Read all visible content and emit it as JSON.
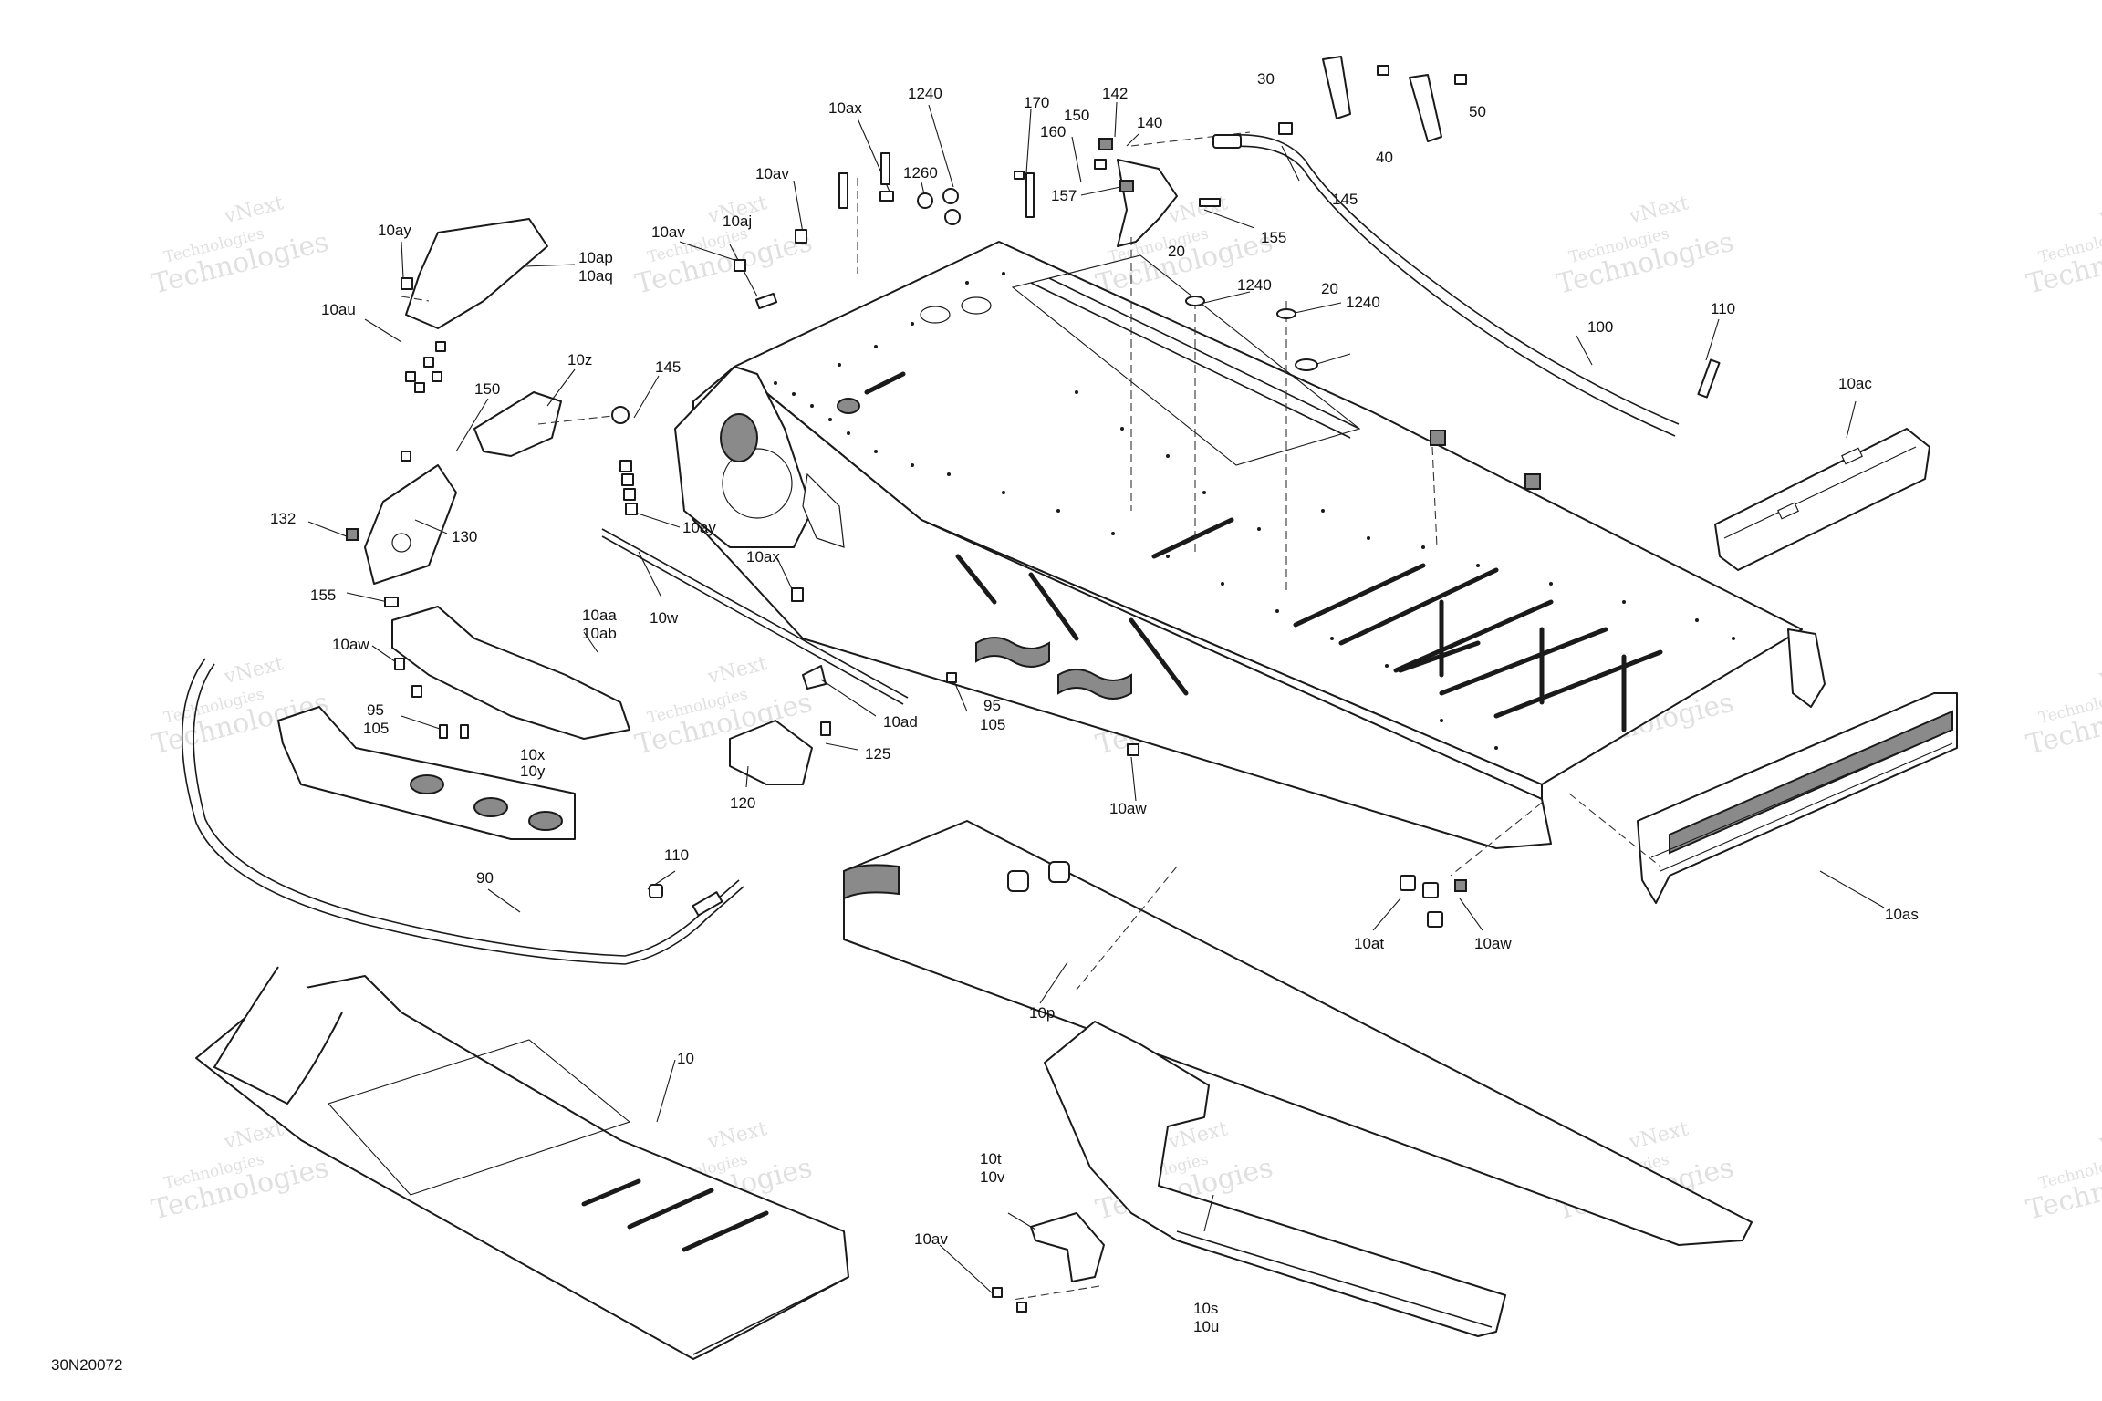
{
  "figure_id": "30N20072",
  "watermark": {
    "line1": "vNext",
    "line2": "Technologies",
    "line3": "Technologies"
  },
  "callouts": [
    {
      "id": "c-1240a",
      "text": "1240"
    },
    {
      "id": "c-10ax-top",
      "text": "10ax"
    },
    {
      "id": "c-1260",
      "text": "1260"
    },
    {
      "id": "c-170",
      "text": "170"
    },
    {
      "id": "c-142",
      "text": "142"
    },
    {
      "id": "c-150-top",
      "text": "150"
    },
    {
      "id": "c-140",
      "text": "140"
    },
    {
      "id": "c-160",
      "text": "160"
    },
    {
      "id": "c-157",
      "text": "157"
    },
    {
      "id": "c-155-top",
      "text": "155"
    },
    {
      "id": "c-20-a",
      "text": "20"
    },
    {
      "id": "c-20-b",
      "text": "20"
    },
    {
      "id": "c-1240b",
      "text": "1240"
    },
    {
      "id": "c-1240c",
      "text": "1240"
    },
    {
      "id": "c-30",
      "text": "30"
    },
    {
      "id": "c-40",
      "text": "40"
    },
    {
      "id": "c-50",
      "text": "50"
    },
    {
      "id": "c-145-top",
      "text": "145"
    },
    {
      "id": "c-100",
      "text": "100"
    },
    {
      "id": "c-110-top",
      "text": "110"
    },
    {
      "id": "c-10ac",
      "text": "10ac"
    },
    {
      "id": "c-10av-a",
      "text": "10av"
    },
    {
      "id": "c-10av-b",
      "text": "10av"
    },
    {
      "id": "c-10aj",
      "text": "10aj"
    },
    {
      "id": "c-10ay-top",
      "text": "10ay"
    },
    {
      "id": "c-10ap",
      "text": "10ap"
    },
    {
      "id": "c-10aq",
      "text": "10aq"
    },
    {
      "id": "c-10au",
      "text": "10au"
    },
    {
      "id": "c-10z",
      "text": "10z"
    },
    {
      "id": "c-145-mid",
      "text": "145"
    },
    {
      "id": "c-150-mid",
      "text": "150"
    },
    {
      "id": "c-132",
      "text": "132"
    },
    {
      "id": "c-130",
      "text": "130"
    },
    {
      "id": "c-10ay-mid",
      "text": "10ay"
    },
    {
      "id": "c-10ax-mid",
      "text": "10ax"
    },
    {
      "id": "c-10w",
      "text": "10w"
    },
    {
      "id": "c-155-mid",
      "text": "155"
    },
    {
      "id": "c-10aa",
      "text": "10aa"
    },
    {
      "id": "c-10ab",
      "text": "10ab"
    },
    {
      "id": "c-10aw-a",
      "text": "10aw"
    },
    {
      "id": "c-95-a",
      "text": "95"
    },
    {
      "id": "c-105-a",
      "text": "105"
    },
    {
      "id": "c-10x",
      "text": "10x"
    },
    {
      "id": "c-10y",
      "text": "10y"
    },
    {
      "id": "c-10ad",
      "text": "10ad"
    },
    {
      "id": "c-95-b",
      "text": "95"
    },
    {
      "id": "c-105-b",
      "text": "105"
    },
    {
      "id": "c-125",
      "text": "125"
    },
    {
      "id": "c-120",
      "text": "120"
    },
    {
      "id": "c-10aw-b",
      "text": "10aw"
    },
    {
      "id": "c-110-mid",
      "text": "110"
    },
    {
      "id": "c-90",
      "text": "90"
    },
    {
      "id": "c-10at",
      "text": "10at"
    },
    {
      "id": "c-10aw-c",
      "text": "10aw"
    },
    {
      "id": "c-10as",
      "text": "10as"
    },
    {
      "id": "c-10p",
      "text": "10p"
    },
    {
      "id": "c-10",
      "text": "10"
    },
    {
      "id": "c-10t",
      "text": "10t"
    },
    {
      "id": "c-10v",
      "text": "10v"
    },
    {
      "id": "c-10av-c",
      "text": "10av"
    },
    {
      "id": "c-10s",
      "text": "10s"
    },
    {
      "id": "c-10u",
      "text": "10u"
    }
  ]
}
